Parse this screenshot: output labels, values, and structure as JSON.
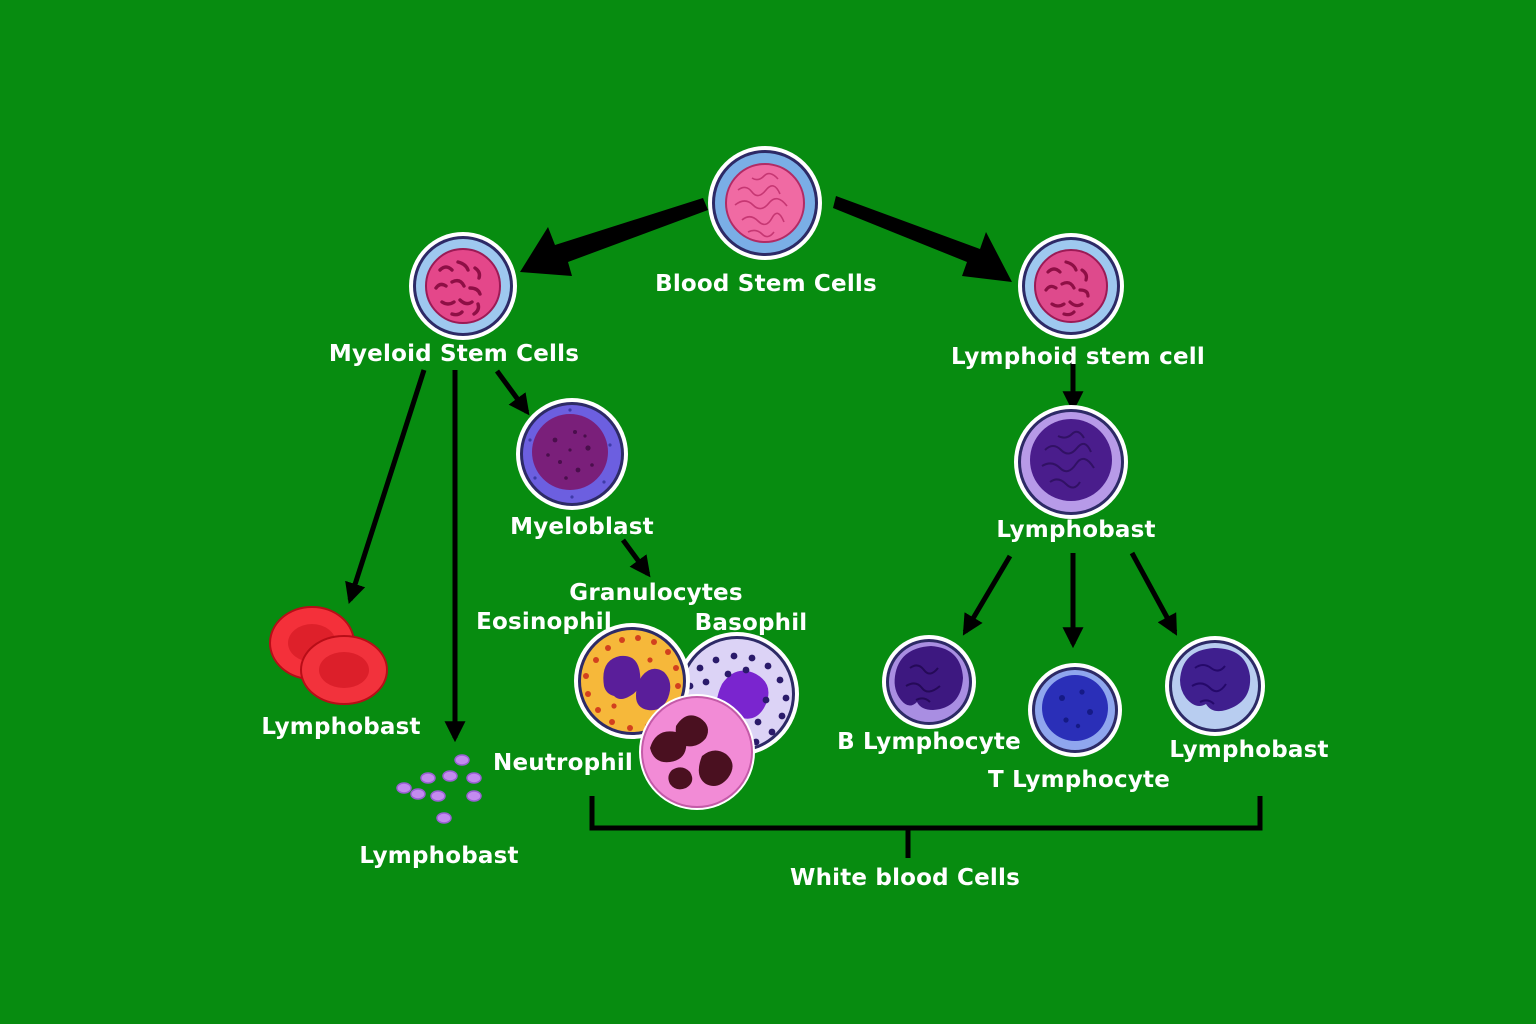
{
  "diagram": {
    "labels": {
      "blood_stem_cells": "Blood Stem Cells",
      "myeloid_stem_cells": "Myeloid Stem Cells",
      "lymphoid_stem_cell": "Lymphoid stem cell",
      "myeloblast": "Myeloblast",
      "granulocytes": "Granulocytes",
      "eosinophil": "Eosinophil",
      "basophil": "Basophil",
      "neutrophil": "Neutrophil",
      "red_cell_label": "Lymphobast",
      "platelet_label": "Lymphobast",
      "lymphoblast": "Lymphobast",
      "b_lymphocyte": "B Lymphocyte",
      "t_lymphocyte": "T Lymphocyte",
      "lymphoblast_right": "Lymphobast",
      "white_blood_cells": "White blood Cells"
    },
    "colors": {
      "background": "#078c10",
      "arrow": "#000000",
      "text": "#ffffff"
    }
  }
}
